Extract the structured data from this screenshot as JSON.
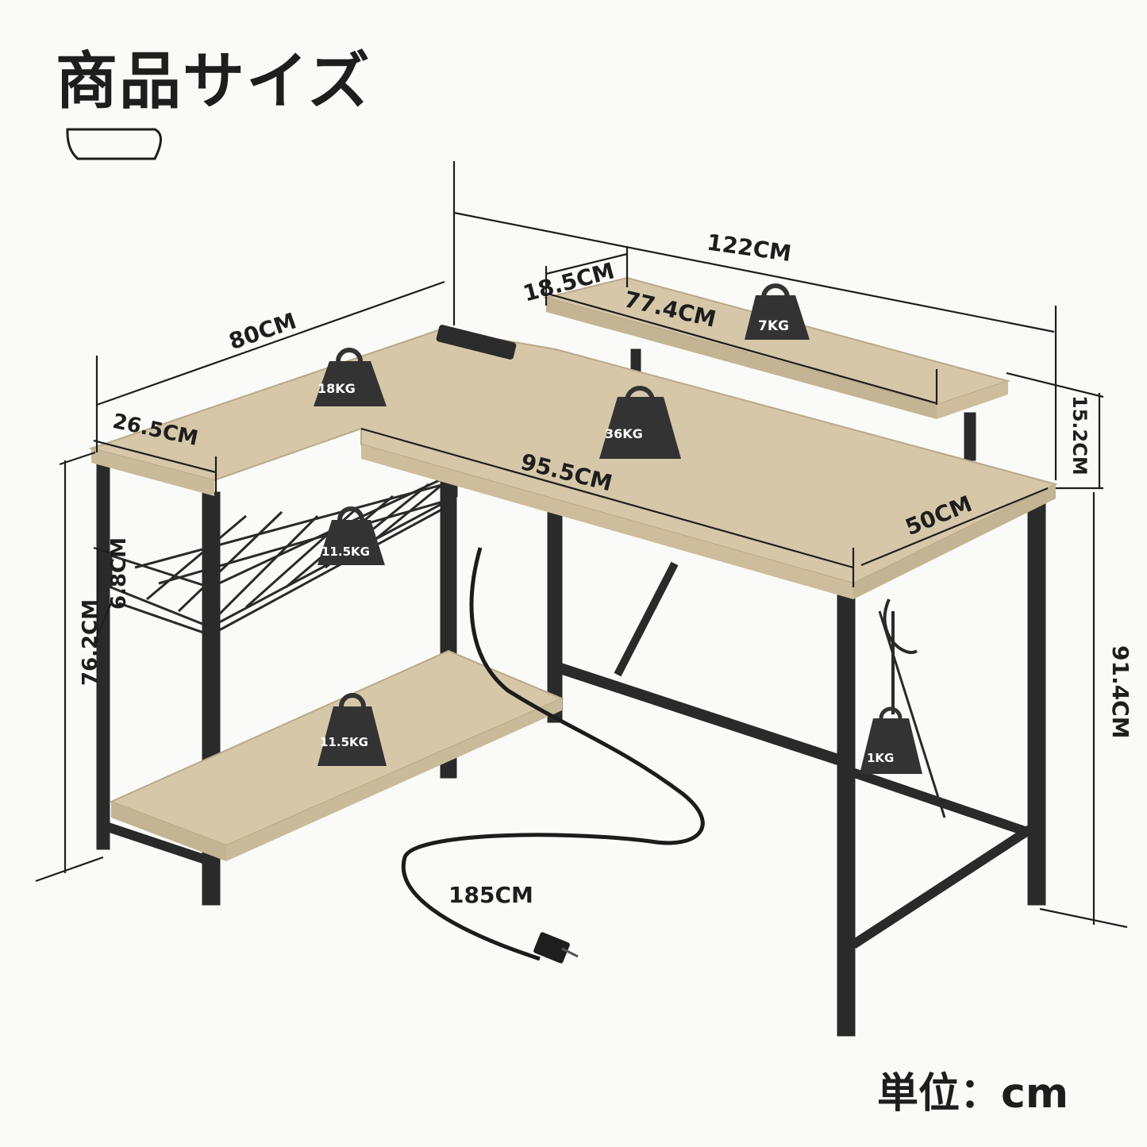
{
  "title": "商品サイズ",
  "unit_label": "単位：cm",
  "dimensions": {
    "top_shelf_width": "122CM",
    "top_shelf_depth": "18.5CM",
    "top_shelf_inner": "77.4CM",
    "side_length": "80CM",
    "side_depth": "26.5CM",
    "main_length": "95.5CM",
    "main_depth": "50CM",
    "riser_height": "15.2CM",
    "desk_height": "76.2CM",
    "basket_height": "6.8CM",
    "total_height": "91.4CM",
    "cable_length": "185CM"
  },
  "weights": {
    "top_shelf": "7KG",
    "side_top": "18KG",
    "main_top": "36KG",
    "basket": "11.5KG",
    "bottom_shelf": "11.5KG",
    "hook": "1KG"
  },
  "colors": {
    "wood": "#d6c7a9",
    "frame": "#2a2a2a",
    "weight": "#333333",
    "text": "#1e1e1e"
  }
}
